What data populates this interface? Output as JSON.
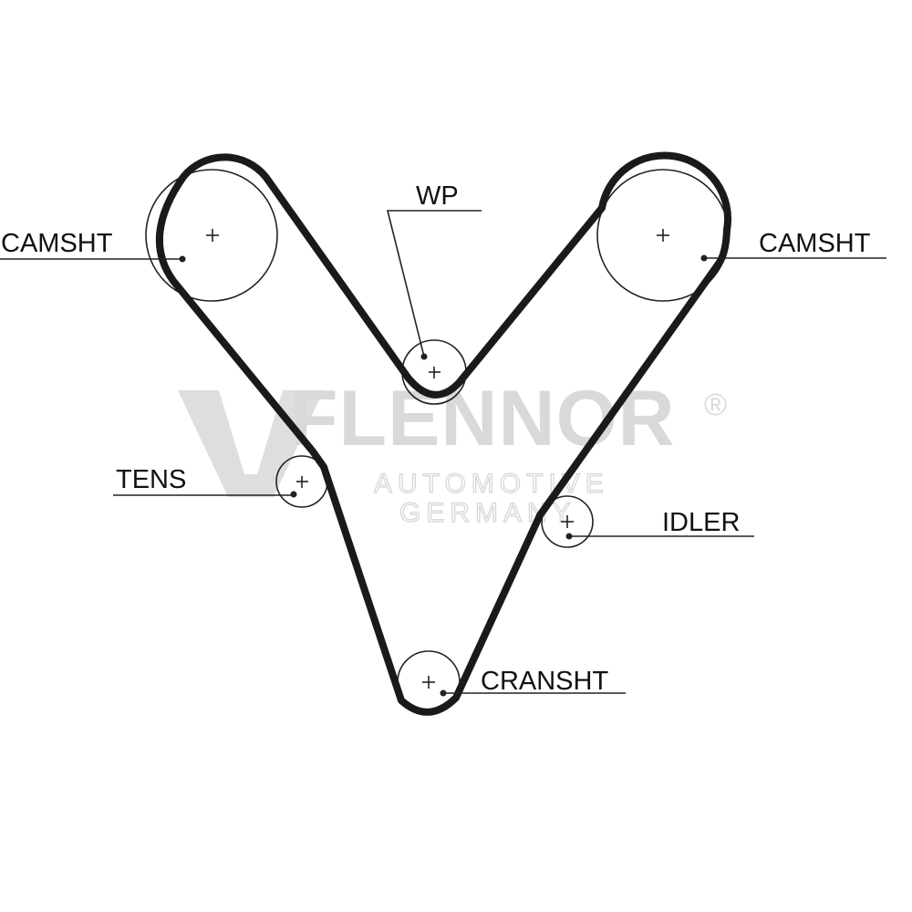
{
  "watermark": {
    "brand": "FLENNOR",
    "registered": "®",
    "line1": "AUTOMOTIVE",
    "line2": "GERMANY",
    "color": "#d9d9d9"
  },
  "labels": {
    "camshaft_left": "CAMSHT",
    "camshaft_right": "CAMSHT",
    "water_pump": "WP",
    "tensioner": "TENS",
    "idler": "IDLER",
    "crankshaft": "CRANSHT"
  },
  "colors": {
    "belt": "#1a1a1a",
    "lines": "#222222",
    "background": "#ffffff"
  }
}
